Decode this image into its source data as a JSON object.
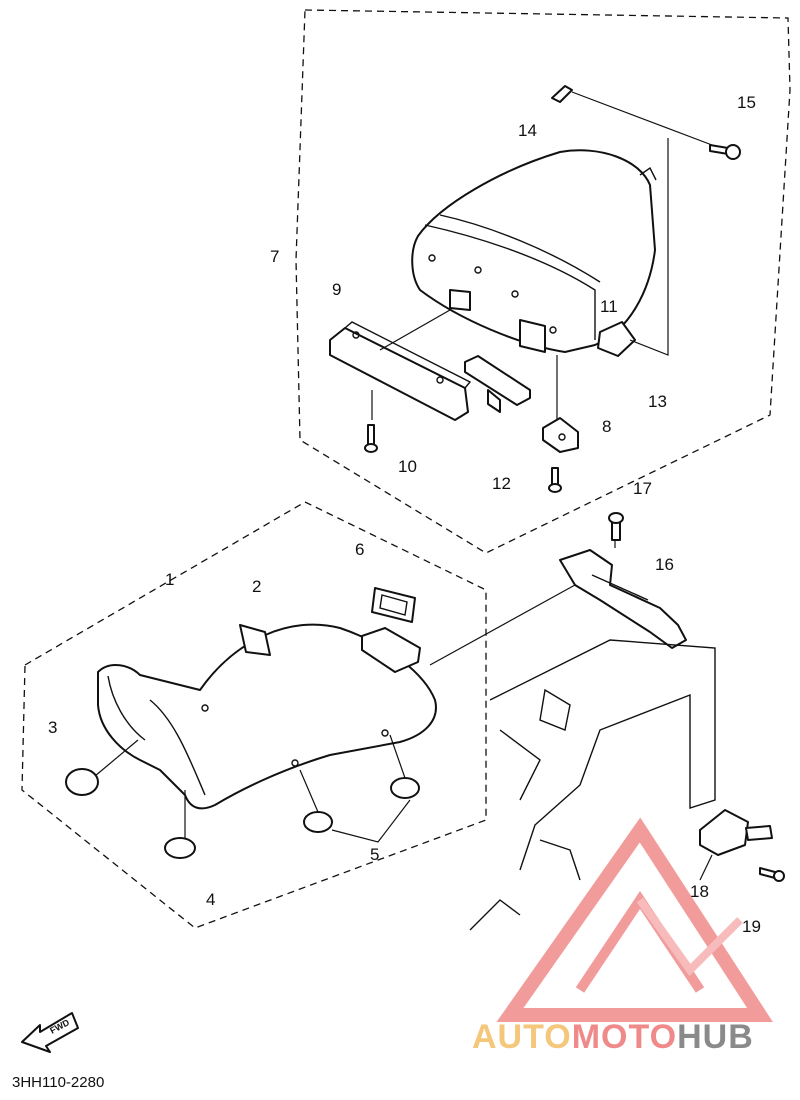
{
  "diagram_code": "3HH110-2280",
  "labels": {
    "fwd": "FWD",
    "wm_auto": "AUTO",
    "wm_moto": "MOTO",
    "wm_hub": "HUB"
  },
  "callouts": [
    "1",
    "2",
    "3",
    "4",
    "5",
    "6",
    "7",
    "8",
    "9",
    "10",
    "11",
    "12",
    "13",
    "14",
    "15",
    "16",
    "17",
    "18",
    "19"
  ]
}
